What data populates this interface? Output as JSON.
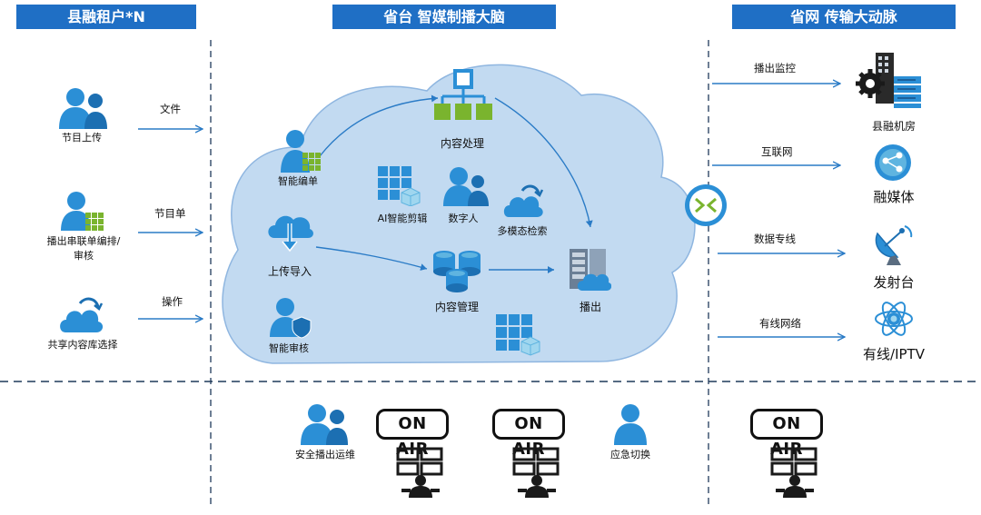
{
  "headers": {
    "left": "县融租户*N",
    "center": "省台 智媒制播大脑",
    "right": "省网 传输大动脉"
  },
  "left": {
    "items": [
      {
        "label": "节目上传",
        "arrow": "文件"
      },
      {
        "label": "播出串联单编排/审核",
        "label_line1": "播出串联单编排/",
        "label_line2": "审核",
        "arrow": "节目单"
      },
      {
        "label": "共享内容库选择",
        "arrow": "操作"
      }
    ]
  },
  "cloud": {
    "nodes": {
      "content_process": "内容处理",
      "smart_edit": "智能编单",
      "ai_cut": "AI智能剪辑",
      "digital_human": "数字人",
      "multimodal_search": "多模态检索",
      "upload_import": "上传导入",
      "content_manage": "内容管理",
      "broadcast": "播出",
      "smart_review": "智能审核"
    }
  },
  "right": {
    "items": [
      {
        "arrow": "播出监控",
        "label": "县融机房"
      },
      {
        "arrow": "互联网",
        "label": "融媒体"
      },
      {
        "arrow": "数据专线",
        "label": "发射台"
      },
      {
        "arrow": "有线网络",
        "label": "有线/IPTV"
      }
    ]
  },
  "bottom": {
    "ops_label": "安全播出运维",
    "switch_label": "应急切换",
    "onair_text": "ON AIR"
  },
  "colors": {
    "header_bg": "#1f6fc5",
    "arrow": "#2a7bc6",
    "cloud_fill": "#c2daf1",
    "cloud_stroke": "#8fb6e0",
    "person": "#2b8fd6",
    "green": "#7ab42e"
  }
}
